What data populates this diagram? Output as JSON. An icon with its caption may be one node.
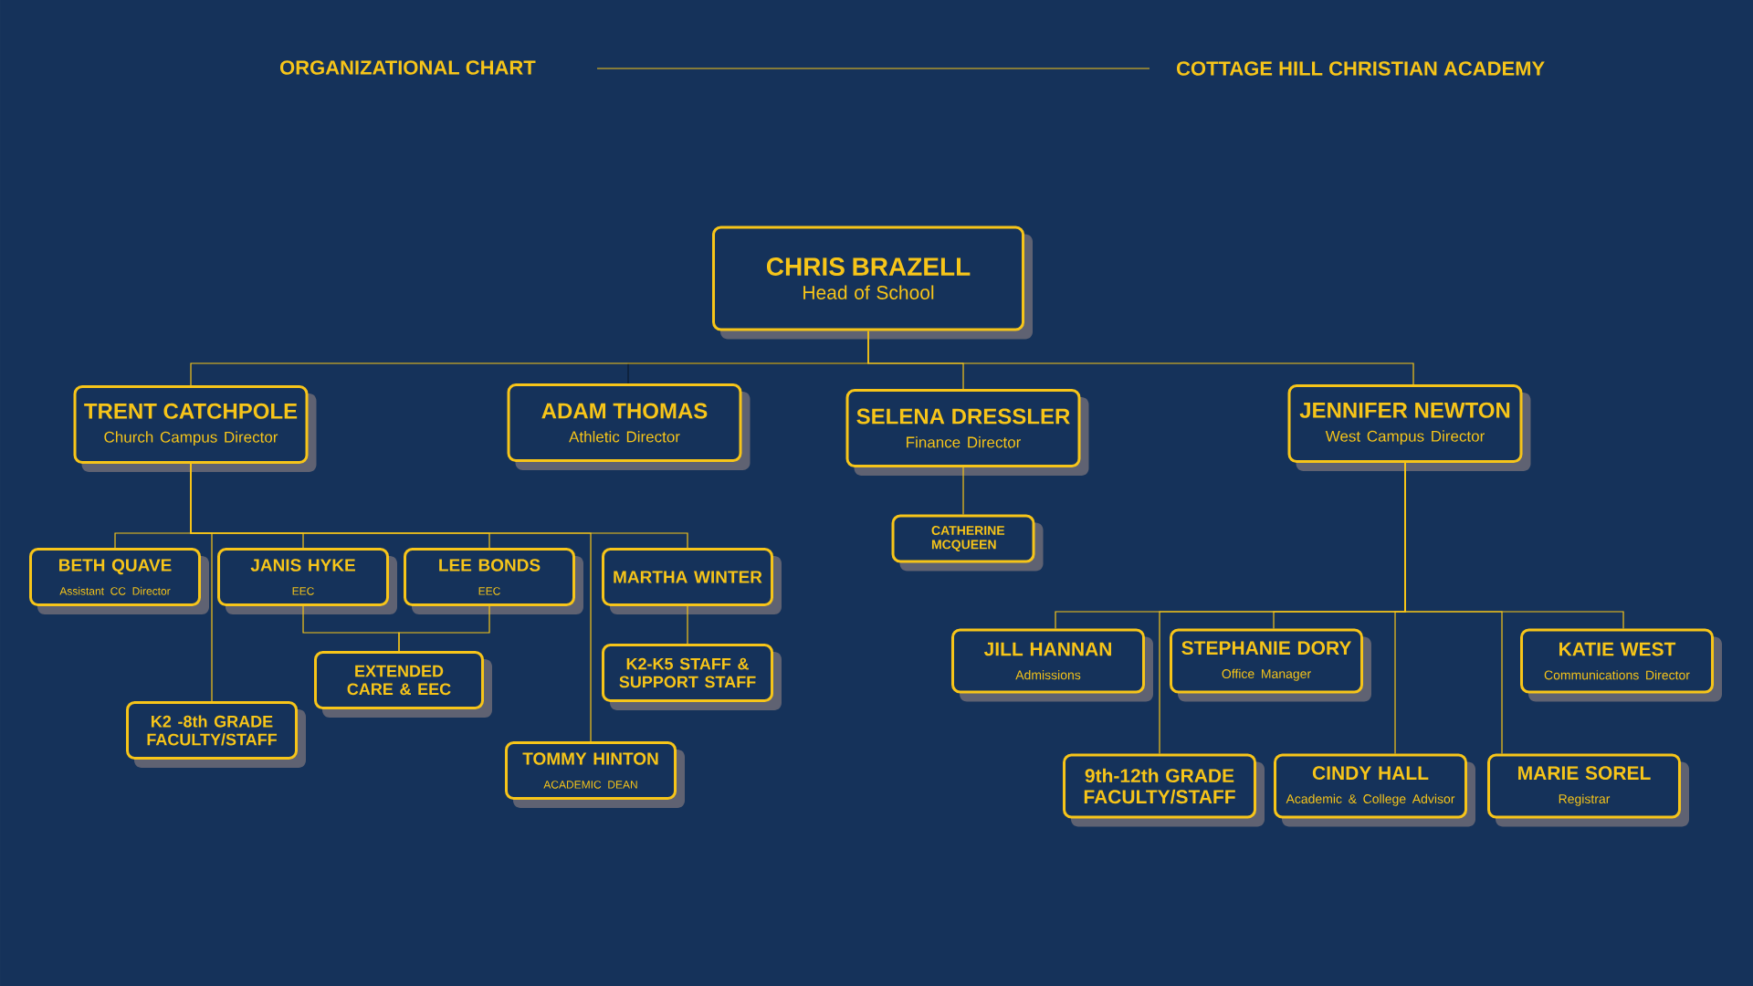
{
  "diagram": {
    "title": "ORGANIZATIONAL CHART",
    "nodes": [
      {
        "text": [
          "CHRIS BRAZELL",
          "Head of School"
        ]
      },
      {
        "text": [
          "TRENT CATCHPOLE",
          "Church Campus Director"
        ]
      },
      {
        "text": [
          "ADAM THOMAS",
          "Athletic Director"
        ]
      },
      {
        "text": [
          "SELENA DRESSLER",
          "Finance Director"
        ]
      },
      {
        "text": [
          "JENNIFER NEWTON",
          "West Campus Director"
        ]
      },
      {
        "text": [
          "BETH QUAVE",
          "Assistant CC Director"
        ]
      },
      {
        "text": [
          "JANIS HYKE",
          "EEC"
        ]
      },
      {
        "text": [
          "LEE BONDS",
          "EEC"
        ]
      },
      {
        "text": [
          "MARTHA WINTER"
        ]
      },
      {
        "text": [
          "CATHERINE MCQUEEN"
        ]
      },
      {
        "text": [
          "EXTENDED CARE & EEC"
        ]
      },
      {
        "text": [
          "K2-K5 STAFF & SUPPORT STAFF"
        ]
      },
      {
        "text": [
          "K2 -8th GRADE FACULTY/STAFF"
        ]
      },
      {
        "text": [
          "TOMMY HINTON",
          "ACADEMIC DEAN"
        ]
      },
      {
        "text": [
          "JILL HANNAN",
          "Admissions"
        ]
      },
      {
        "text": [
          "STEPHANIE DORY",
          "Office Manager"
        ]
      },
      {
        "text": [
          "KATIE WEST",
          "Communications Director"
        ]
      },
      {
        "text": [
          "9th-12th GRADE FACULTY/STAFF"
        ]
      },
      {
        "text": [
          "CINDY HALL",
          "Academic & College Advisor"
        ]
      },
      {
        "text": [
          "MARIE SOREL",
          "Registrar"
        ]
      }
    ],
    "edges": [
      {
        "from": 0,
        "to": 1,
        "arrow": "none"
      },
      {
        "from": 0,
        "to": 2,
        "arrow": "none",
        "color": "#0b1a30"
      },
      {
        "from": 0,
        "to": 3,
        "arrow": "none"
      },
      {
        "from": 0,
        "to": 4,
        "arrow": "none"
      },
      {
        "from": 1,
        "to": 5,
        "arrow": "none"
      },
      {
        "from": 1,
        "to": 12,
        "arrow": "none"
      },
      {
        "from": 1,
        "to": 6,
        "arrow": "none"
      },
      {
        "from": 1,
        "to": 7,
        "arrow": "none"
      },
      {
        "from": 1,
        "to": 13,
        "arrow": "none"
      },
      {
        "from": 1,
        "to": 8,
        "arrow": "none"
      },
      {
        "from": 6,
        "to": 10,
        "arrow": "none"
      },
      {
        "from": 7,
        "to": 10,
        "arrow": "none"
      },
      {
        "from": 8,
        "to": 11,
        "arrow": "none"
      },
      {
        "from": 3,
        "to": 9,
        "arrow": "none"
      },
      {
        "from": 4,
        "to": 14,
        "arrow": "none"
      },
      {
        "from": 4,
        "to": 17,
        "arrow": "none"
      },
      {
        "from": 4,
        "to": 15,
        "arrow": "none"
      },
      {
        "from": 4,
        "to": 18,
        "arrow": "none"
      },
      {
        "from": 4,
        "to": 19,
        "arrow": "none"
      },
      {
        "from": 4,
        "to": 16,
        "arrow": "none"
      }
    ],
    "labels": [
      "COTTAGE HILL CHRISTIAN ACADEMY"
    ]
  }
}
